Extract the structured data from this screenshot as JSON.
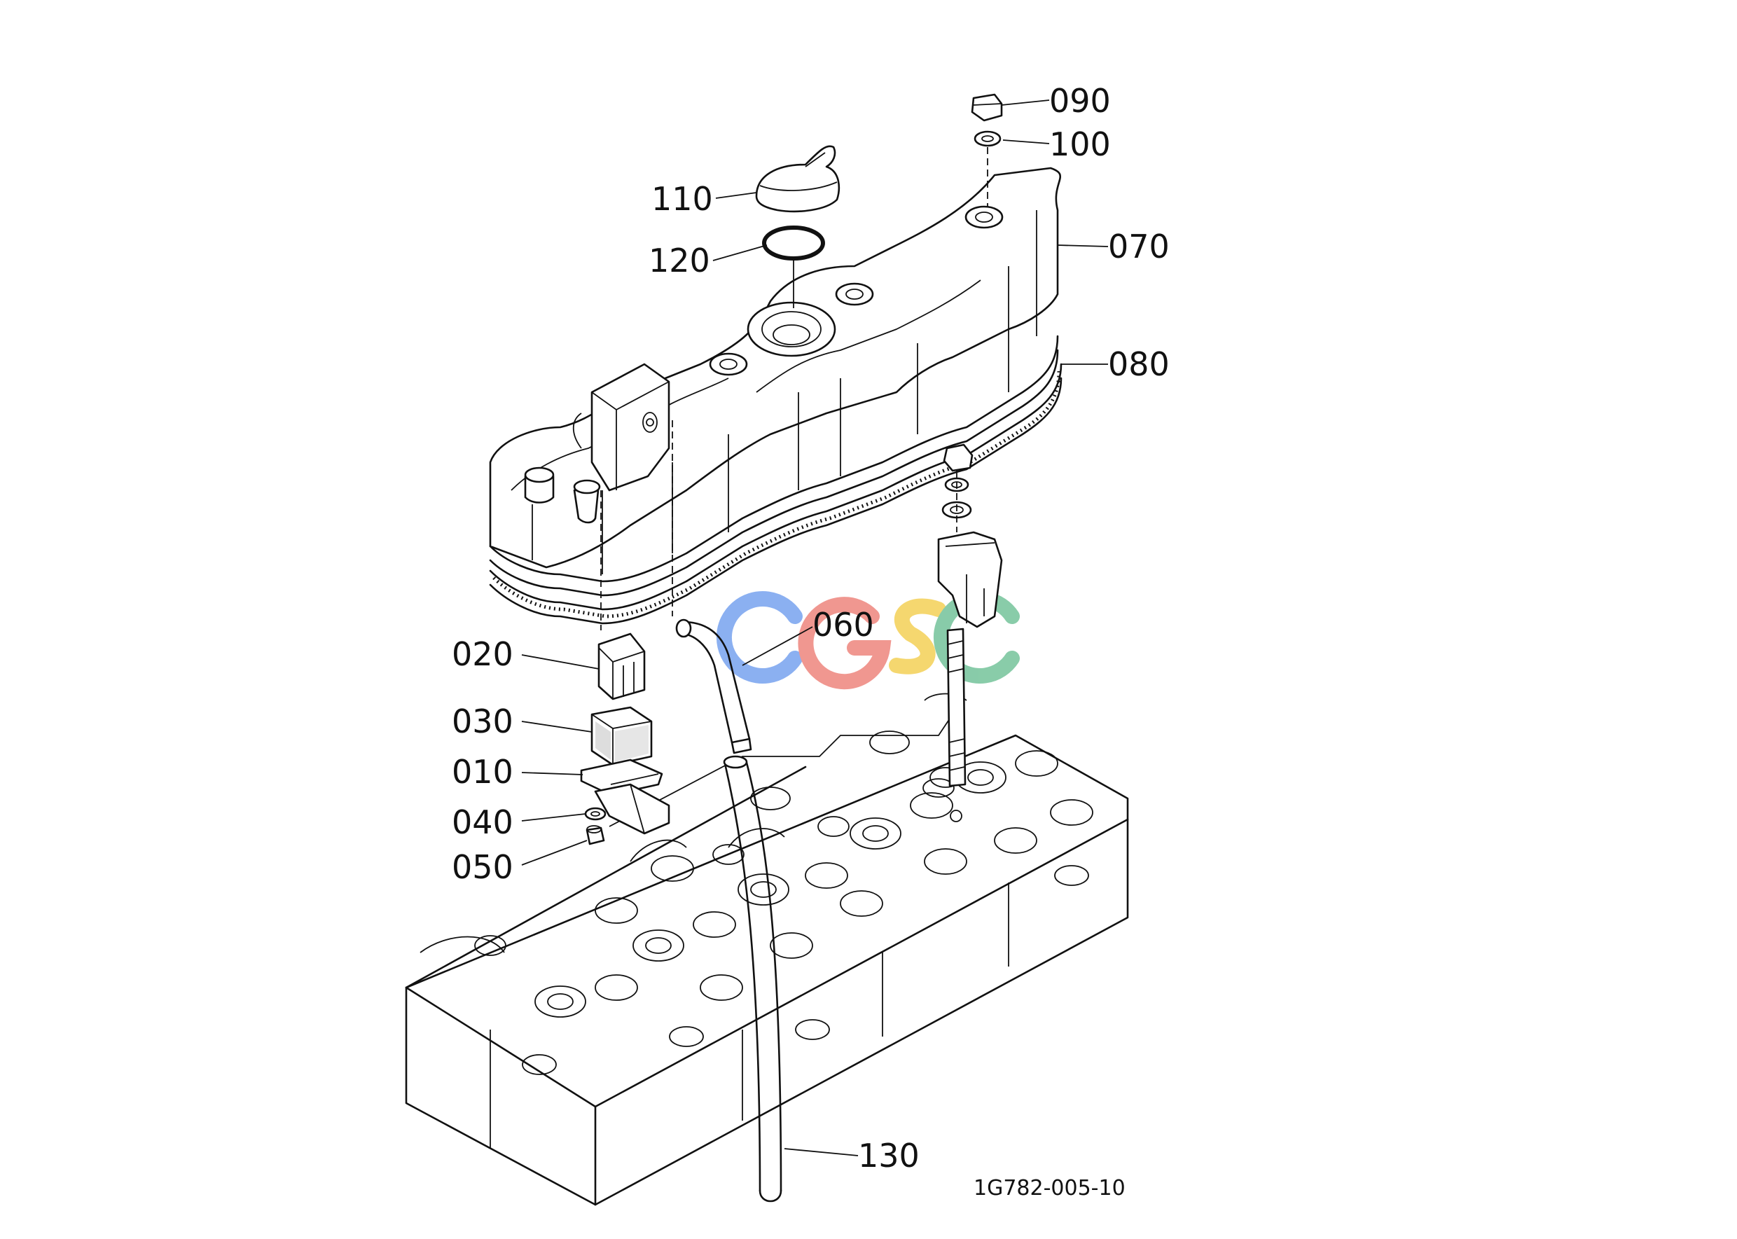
{
  "diagram": {
    "reference_code": "1G782-005-10",
    "watermark": {
      "letters": [
        "C",
        "G",
        "S",
        "C"
      ],
      "colors": [
        "#7fa8f0",
        "#ef8c84",
        "#f4d360",
        "#7cc6a0"
      ]
    },
    "callouts": [
      {
        "id": "090",
        "label": "090",
        "part": "cover-nut"
      },
      {
        "id": "100",
        "label": "100",
        "part": "nut-washer"
      },
      {
        "id": "110",
        "label": "110",
        "part": "oil-filler-cap"
      },
      {
        "id": "120",
        "label": "120",
        "part": "o-ring"
      },
      {
        "id": "070",
        "label": "070",
        "part": "cylinder-head-cover"
      },
      {
        "id": "080",
        "label": "080",
        "part": "cover-gasket"
      },
      {
        "id": "060",
        "label": "060",
        "part": "breather-hose"
      },
      {
        "id": "020",
        "label": "020",
        "part": "breather-cover"
      },
      {
        "id": "030",
        "label": "030",
        "part": "breather-element"
      },
      {
        "id": "010",
        "label": "010",
        "part": "breather-plate"
      },
      {
        "id": "040",
        "label": "040",
        "part": "washer"
      },
      {
        "id": "050",
        "label": "050",
        "part": "screw"
      },
      {
        "id": "130",
        "label": "130",
        "part": "breather-pipe"
      }
    ]
  }
}
